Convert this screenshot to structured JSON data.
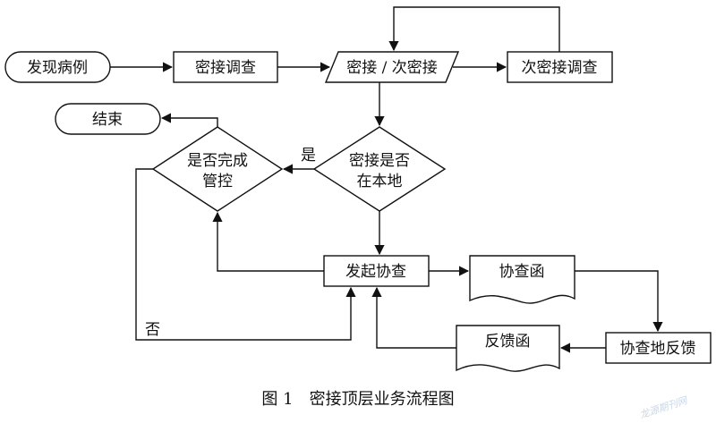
{
  "nodes": {
    "start": "发现病例",
    "trace": "密接调查",
    "contacts": "密接 / 次密接",
    "secondary_trace": "次密接调查",
    "end": "结束",
    "control_done_line1": "是否完成",
    "control_done_line2": "管控",
    "local_line1": "密接是否",
    "local_line2": "在本地",
    "assist": "发起协查",
    "assist_letter": "协查函",
    "feedback_letter": "反馈函",
    "remote_feedback": "协查地反馈"
  },
  "edge_labels": {
    "yes": "是",
    "no": "否"
  },
  "caption": "图 1　密接顶层业务流程图",
  "watermark": "龙源期刊网"
}
